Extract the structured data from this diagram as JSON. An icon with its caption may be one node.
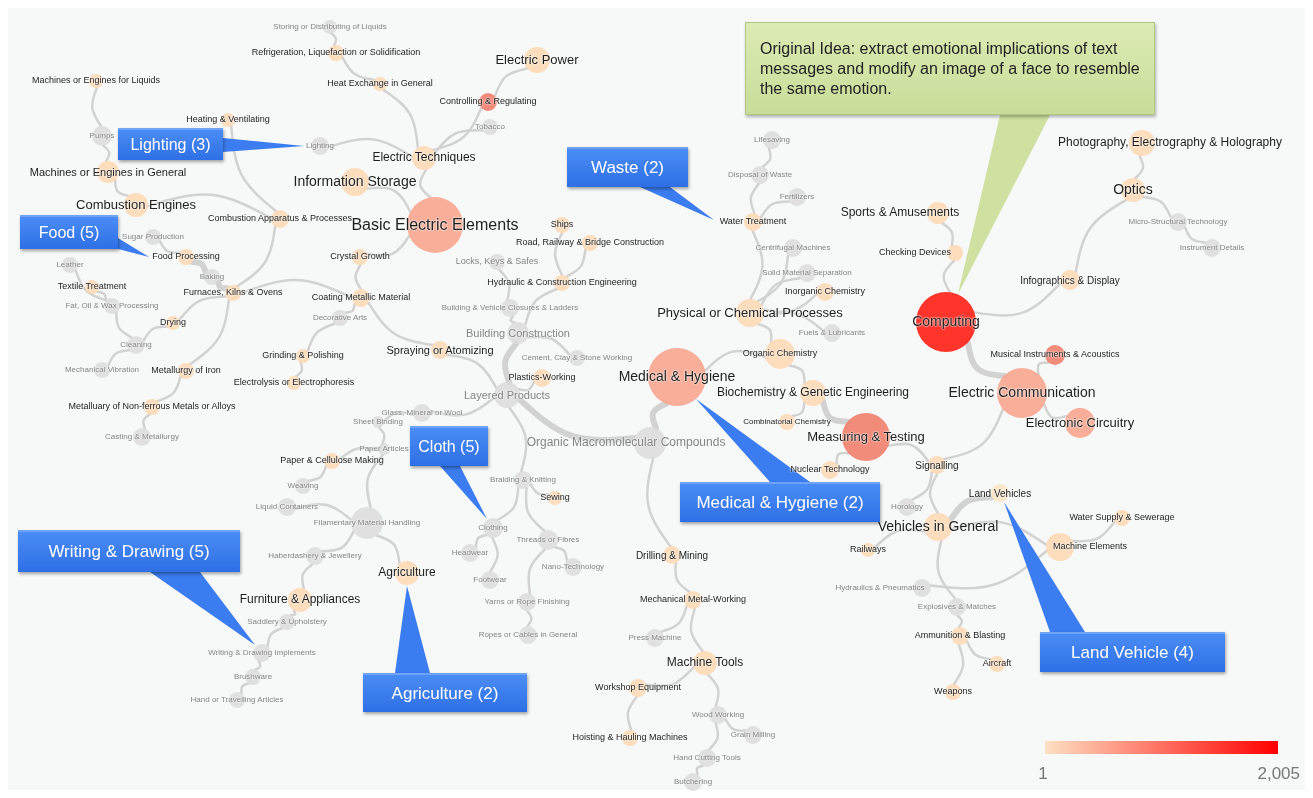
{
  "diagram": {
    "nodes": [
      {
        "text": [
          "Storing or Distributing of Liquids"
        ]
      },
      {
        "text": [
          "Refrigeration, Liquefaction or Solidification"
        ]
      },
      {
        "text": [
          "Machines or Engines for Liquids"
        ]
      },
      {
        "text": [
          "Heat Exchange in General"
        ]
      },
      {
        "text": [
          "Electric Power"
        ]
      },
      {
        "text": [
          "Controlling & Regulating"
        ]
      },
      {
        "text": [
          "Heating & Ventilating"
        ]
      },
      {
        "text": [
          "Tobacco"
        ]
      },
      {
        "text": [
          "Pumps"
        ]
      },
      {
        "text": [
          "Lighting"
        ]
      },
      {
        "text": [
          "Electric Techniques"
        ]
      },
      {
        "text": [
          "Machines or Engines in General"
        ]
      },
      {
        "text": [
          "Information Storage"
        ]
      },
      {
        "text": [
          "Combustion Engines"
        ]
      },
      {
        "text": [
          "Basic Electric Elements"
        ]
      },
      {
        "text": [
          "Combustion Apparatus & Processes"
        ]
      },
      {
        "text": [
          "Sugar Production"
        ]
      },
      {
        "text": [
          "Food Processing"
        ]
      },
      {
        "text": [
          "Crystal Growth"
        ]
      },
      {
        "text": [
          "Leather"
        ]
      },
      {
        "text": [
          "Baking"
        ]
      },
      {
        "text": [
          "Textile Treatment"
        ]
      },
      {
        "text": [
          "Furnaces, Kilns & Ovens"
        ]
      },
      {
        "text": [
          "Coating Metallic Material"
        ]
      },
      {
        "text": [
          "Fat, Oil & Wax Processing"
        ]
      },
      {
        "text": [
          "Drying"
        ]
      },
      {
        "text": [
          "Decorative Arts"
        ]
      },
      {
        "text": [
          "Cleaning"
        ]
      },
      {
        "text": [
          "Grinding & Polishing"
        ]
      },
      {
        "text": [
          "Spraying or Atomizing"
        ]
      },
      {
        "text": [
          "Mechanical Vibration"
        ]
      },
      {
        "text": [
          "Metallurgy of Iron"
        ]
      },
      {
        "text": [
          "Electrolysis or Electrophoresis"
        ]
      },
      {
        "text": [
          "Metalluary of Non-ferrous Metals or Alloys"
        ]
      },
      {
        "text": [
          "Casting & Metallurgy"
        ]
      },
      {
        "text": [
          "Ships"
        ]
      },
      {
        "text": [
          "Road, Railway & Bridge Construction"
        ]
      },
      {
        "text": [
          "Locks, Keys & Safes"
        ]
      },
      {
        "text": [
          "Hydraulic & Construction Engineering"
        ]
      },
      {
        "text": [
          "Building & Vehicle Closures & Ladders"
        ]
      },
      {
        "text": [
          "Building Construction"
        ]
      },
      {
        "text": [
          "Cement, Clay & Stone Working"
        ]
      },
      {
        "text": [
          "Plastics-Working"
        ]
      },
      {
        "text": [
          "Layered Products"
        ]
      },
      {
        "text": [
          "Glass, Mineral or Wool"
        ]
      },
      {
        "text": [
          "Sheet Binding"
        ]
      },
      {
        "text": [
          "Paper Articles"
        ]
      },
      {
        "text": [
          "Paper & Cellulose Making"
        ]
      },
      {
        "text": [
          "Weaving"
        ]
      },
      {
        "text": [
          "Liquid Containers"
        ]
      },
      {
        "text": [
          "Filamentary Material Handling"
        ]
      },
      {
        "text": [
          "Haberdashery & Jewellery"
        ]
      },
      {
        "text": [
          "Agriculture"
        ]
      },
      {
        "text": [
          "Furniture & Appliances"
        ]
      },
      {
        "text": [
          "Saddlery & Upholstery"
        ]
      },
      {
        "text": [
          "Writing & Drawing Implements"
        ]
      },
      {
        "text": [
          "Brushware"
        ]
      },
      {
        "text": [
          "Hand or Travelling Articles"
        ]
      },
      {
        "text": [
          "Lifesaving"
        ]
      },
      {
        "text": [
          "Disposal of Waste"
        ]
      },
      {
        "text": [
          "Fertilizers"
        ]
      },
      {
        "text": [
          "Water Treatment"
        ]
      },
      {
        "text": [
          "Centrifugal Machines"
        ]
      },
      {
        "text": [
          "Solid Material Separation"
        ]
      },
      {
        "text": [
          "Inorganic Chemistry"
        ]
      },
      {
        "text": [
          "Physical or Chemical Processes"
        ]
      },
      {
        "text": [
          "Fuels & Lubricants"
        ]
      },
      {
        "text": [
          "Organic Chemistry"
        ]
      },
      {
        "text": [
          "Medical & Hygiene"
        ]
      },
      {
        "text": [
          "Biochemistry & Genetic Engineering"
        ]
      },
      {
        "text": [
          "Combinatorial Chemistry"
        ]
      },
      {
        "text": [
          "Measuring & Testing"
        ]
      },
      {
        "text": [
          "Organic Macromolecular Compounds"
        ]
      },
      {
        "text": [
          "Nuclear Technology"
        ]
      },
      {
        "text": [
          "Braiding & Knitting"
        ]
      },
      {
        "text": [
          "Sewing"
        ]
      },
      {
        "text": [
          "Clothing"
        ]
      },
      {
        "text": [
          "Threads or Fibres"
        ]
      },
      {
        "text": [
          "Headwear"
        ]
      },
      {
        "text": [
          "Drilling & Mining"
        ]
      },
      {
        "text": [
          "Nano-Technology"
        ]
      },
      {
        "text": [
          "Footwear"
        ]
      },
      {
        "text": [
          "Mechanical Metal-Working"
        ]
      },
      {
        "text": [
          "Yarns or Rope Finishing"
        ]
      },
      {
        "text": [
          "Ropes or Cables in General"
        ]
      },
      {
        "text": [
          "Press Machine"
        ]
      },
      {
        "text": [
          "Machine Tools"
        ]
      },
      {
        "text": [
          "Workshop Equipment"
        ]
      },
      {
        "text": [
          "Wood Working"
        ]
      },
      {
        "text": [
          "Grain Milling"
        ]
      },
      {
        "text": [
          "Hoisting & Hauling Machines"
        ]
      },
      {
        "text": [
          "Hand Cutting Tools"
        ]
      },
      {
        "text": [
          "Butchering"
        ]
      },
      {
        "text": [
          "Photography, Electrography & Holography"
        ]
      },
      {
        "text": [
          "Optics"
        ]
      },
      {
        "text": [
          "Sports & Amusements"
        ]
      },
      {
        "text": [
          "Micro-Structural Technology"
        ]
      },
      {
        "text": [
          "Checking Devices"
        ]
      },
      {
        "text": [
          "Instrument Details"
        ]
      },
      {
        "text": [
          "Infographics & Display"
        ]
      },
      {
        "text": [
          "Computing"
        ]
      },
      {
        "text": [
          "Musical Instruments & Acoustics"
        ]
      },
      {
        "text": [
          "Electric Communication"
        ]
      },
      {
        "text": [
          "Electronic Circuitry"
        ]
      },
      {
        "text": [
          "Signalling"
        ]
      },
      {
        "text": [
          "Land Vehicles"
        ]
      },
      {
        "text": [
          "Horology"
        ]
      },
      {
        "text": [
          "Water Supply & Sewerage"
        ]
      },
      {
        "text": [
          "Vehicles in General"
        ]
      },
      {
        "text": [
          "Machine Elements"
        ]
      },
      {
        "text": [
          "Railways"
        ]
      },
      {
        "text": [
          "Hydraulics & Pneumatics"
        ]
      },
      {
        "text": [
          "Explosives & Matches"
        ]
      },
      {
        "text": [
          "Ammunition & Blasting"
        ]
      },
      {
        "text": [
          "Aircraft"
        ]
      },
      {
        "text": [
          "Weapons"
        ]
      },
      {
        "text": [
          "Original Idea: extract emotional implications of text messages and modify an image of a face to resemble the same emotion."
        ]
      },
      {
        "text": [
          "Food (5)"
        ]
      },
      {
        "text": [
          "Lighting (3)"
        ]
      },
      {
        "text": [
          "Waste (2)"
        ]
      },
      {
        "text": [
          "Cloth (5)"
        ]
      },
      {
        "text": [
          "Medical & Hygiene (2)"
        ]
      },
      {
        "text": [
          "Writing & Drawing (5)"
        ]
      },
      {
        "text": [
          "Agriculture (2)"
        ]
      },
      {
        "text": [
          "Land Vehicle (4)"
        ]
      }
    ],
    "edges": [
      {
        "from": 0,
        "to": 1,
        "arrow": "none"
      },
      {
        "from": 1,
        "to": 3,
        "arrow": "none"
      },
      {
        "from": 3,
        "to": 10,
        "arrow": "none"
      },
      {
        "from": 4,
        "to": 5,
        "arrow": "none"
      },
      {
        "from": 5,
        "to": 10,
        "arrow": "none"
      },
      {
        "from": 7,
        "to": 10,
        "arrow": "none"
      },
      {
        "from": 9,
        "to": 10,
        "arrow": "none"
      },
      {
        "from": 10,
        "to": 14,
        "arrow": "none"
      },
      {
        "from": 12,
        "to": 14,
        "arrow": "none"
      },
      {
        "from": 2,
        "to": 8,
        "arrow": "none"
      },
      {
        "from": 8,
        "to": 11,
        "arrow": "none"
      },
      {
        "from": 11,
        "to": 13,
        "arrow": "none"
      },
      {
        "from": 13,
        "to": 15,
        "arrow": "none"
      },
      {
        "from": 6,
        "to": 15,
        "arrow": "none"
      },
      {
        "from": 15,
        "to": 22,
        "arrow": "none"
      },
      {
        "from": 16,
        "to": 17,
        "arrow": "none"
      },
      {
        "from": 17,
        "to": 20,
        "arrow": "none",
        "style": "thick"
      },
      {
        "from": 20,
        "to": 22,
        "arrow": "none",
        "style": "thick"
      },
      {
        "from": 22,
        "to": 23,
        "arrow": "none"
      },
      {
        "from": 22,
        "to": 25,
        "arrow": "none"
      },
      {
        "from": 22,
        "to": 31,
        "arrow": "none"
      },
      {
        "from": 19,
        "to": 24,
        "arrow": "none"
      },
      {
        "from": 21,
        "to": 24,
        "arrow": "none"
      },
      {
        "from": 24,
        "to": 27,
        "arrow": "none"
      },
      {
        "from": 27,
        "to": 25,
        "arrow": "none"
      },
      {
        "from": 27,
        "to": 30,
        "arrow": "none"
      },
      {
        "from": 31,
        "to": 33,
        "arrow": "none"
      },
      {
        "from": 33,
        "to": 34,
        "arrow": "none"
      },
      {
        "from": 14,
        "to": 18,
        "arrow": "none"
      },
      {
        "from": 18,
        "to": 23,
        "arrow": "none"
      },
      {
        "from": 23,
        "to": 26,
        "arrow": "none"
      },
      {
        "from": 26,
        "to": 28,
        "arrow": "none"
      },
      {
        "from": 28,
        "to": 32,
        "arrow": "none"
      },
      {
        "from": 23,
        "to": 29,
        "arrow": "none"
      },
      {
        "from": 29,
        "to": 43,
        "arrow": "none"
      },
      {
        "from": 35,
        "to": 38,
        "arrow": "none"
      },
      {
        "from": 36,
        "to": 38,
        "arrow": "none"
      },
      {
        "from": 38,
        "to": 40,
        "arrow": "none"
      },
      {
        "from": 37,
        "to": 39,
        "arrow": "none"
      },
      {
        "from": 39,
        "to": 40,
        "arrow": "none"
      },
      {
        "from": 40,
        "to": 41,
        "arrow": "none"
      },
      {
        "from": 40,
        "to": 43,
        "arrow": "none",
        "style": "thick"
      },
      {
        "from": 42,
        "to": 43,
        "arrow": "none"
      },
      {
        "from": 43,
        "to": 72,
        "arrow": "none",
        "style": "thick"
      },
      {
        "from": 72,
        "to": 68,
        "arrow": "none",
        "style": "thick"
      },
      {
        "from": 72,
        "to": 79,
        "arrow": "none"
      },
      {
        "from": 68,
        "to": 67,
        "arrow": "none"
      },
      {
        "from": 67,
        "to": 65,
        "arrow": "none"
      },
      {
        "from": 67,
        "to": 69,
        "arrow": "none"
      },
      {
        "from": 69,
        "to": 71,
        "arrow": "none",
        "style": "thick"
      },
      {
        "from": 69,
        "to": 70,
        "arrow": "none"
      },
      {
        "from": 65,
        "to": 61,
        "arrow": "none"
      },
      {
        "from": 61,
        "to": 59,
        "arrow": "none"
      },
      {
        "from": 59,
        "to": 58,
        "arrow": "none"
      },
      {
        "from": 61,
        "to": 60,
        "arrow": "none"
      },
      {
        "from": 65,
        "to": 62,
        "arrow": "none"
      },
      {
        "from": 65,
        "to": 63,
        "arrow": "none"
      },
      {
        "from": 65,
        "to": 64,
        "arrow": "none"
      },
      {
        "from": 65,
        "to": 66,
        "arrow": "none"
      },
      {
        "from": 71,
        "to": 73,
        "arrow": "none"
      },
      {
        "from": 71,
        "to": 104,
        "arrow": "none"
      },
      {
        "from": 100,
        "to": 102,
        "arrow": "none",
        "style": "thick"
      },
      {
        "from": 102,
        "to": 104,
        "arrow": "none"
      },
      {
        "from": 102,
        "to": 103,
        "arrow": "none"
      },
      {
        "from": 102,
        "to": 101,
        "arrow": "none"
      },
      {
        "from": 100,
        "to": 99,
        "arrow": "none"
      },
      {
        "from": 99,
        "to": 94,
        "arrow": "none"
      },
      {
        "from": 94,
        "to": 93,
        "arrow": "none"
      },
      {
        "from": 94,
        "to": 96,
        "arrow": "none"
      },
      {
        "from": 96,
        "to": 98,
        "arrow": "none"
      },
      {
        "from": 100,
        "to": 97,
        "arrow": "none"
      },
      {
        "from": 97,
        "to": 95,
        "arrow": "none"
      },
      {
        "from": 104,
        "to": 106,
        "arrow": "none"
      },
      {
        "from": 104,
        "to": 108,
        "arrow": "none"
      },
      {
        "from": 108,
        "to": 105,
        "arrow": "none",
        "style": "thick"
      },
      {
        "from": 108,
        "to": 110,
        "arrow": "none"
      },
      {
        "from": 108,
        "to": 109,
        "arrow": "none"
      },
      {
        "from": 109,
        "to": 107,
        "arrow": "none"
      },
      {
        "from": 109,
        "to": 111,
        "arrow": "none"
      },
      {
        "from": 108,
        "to": 112,
        "arrow": "none"
      },
      {
        "from": 112,
        "to": 113,
        "arrow": "none"
      },
      {
        "from": 113,
        "to": 114,
        "arrow": "none"
      },
      {
        "from": 113,
        "to": 115,
        "arrow": "none"
      },
      {
        "from": 79,
        "to": 82,
        "arrow": "none"
      },
      {
        "from": 82,
        "to": 85,
        "arrow": "none"
      },
      {
        "from": 82,
        "to": 86,
        "arrow": "none"
      },
      {
        "from": 86,
        "to": 87,
        "arrow": "none"
      },
      {
        "from": 87,
        "to": 90,
        "arrow": "none"
      },
      {
        "from": 86,
        "to": 88,
        "arrow": "none"
      },
      {
        "from": 88,
        "to": 89,
        "arrow": "none"
      },
      {
        "from": 88,
        "to": 91,
        "arrow": "none"
      },
      {
        "from": 91,
        "to": 92,
        "arrow": "none"
      },
      {
        "from": 43,
        "to": 44,
        "arrow": "none"
      },
      {
        "from": 44,
        "to": 45,
        "arrow": "none"
      },
      {
        "from": 45,
        "to": 46,
        "arrow": "none"
      },
      {
        "from": 46,
        "to": 47,
        "arrow": "none"
      },
      {
        "from": 47,
        "to": 48,
        "arrow": "none"
      },
      {
        "from": 46,
        "to": 50,
        "arrow": "none"
      },
      {
        "from": 49,
        "to": 50,
        "arrow": "none"
      },
      {
        "from": 51,
        "to": 50,
        "arrow": "none"
      },
      {
        "from": 50,
        "to": 52,
        "arrow": "none"
      },
      {
        "from": 51,
        "to": 53,
        "arrow": "none"
      },
      {
        "from": 53,
        "to": 54,
        "arrow": "none"
      },
      {
        "from": 54,
        "to": 55,
        "arrow": "none"
      },
      {
        "from": 55,
        "to": 56,
        "arrow": "none"
      },
      {
        "from": 56,
        "to": 57,
        "arrow": "none"
      },
      {
        "from": 43,
        "to": 74,
        "arrow": "none"
      },
      {
        "from": 74,
        "to": 75,
        "arrow": "none"
      },
      {
        "from": 74,
        "to": 76,
        "arrow": "none"
      },
      {
        "from": 76,
        "to": 78,
        "arrow": "none"
      },
      {
        "from": 76,
        "to": 81,
        "arrow": "none"
      },
      {
        "from": 74,
        "to": 77,
        "arrow": "none"
      },
      {
        "from": 77,
        "to": 80,
        "arrow": "none"
      },
      {
        "from": 77,
        "to": 83,
        "arrow": "none"
      },
      {
        "from": 83,
        "to": 84,
        "arrow": "none"
      },
      {
        "from": 116,
        "to": 100,
        "arrow": "none",
        "color": "#cfe0a0"
      },
      {
        "from": 117,
        "to": 17,
        "arrow": "none",
        "color": "#3b7cf0"
      },
      {
        "from": 118,
        "to": 9,
        "arrow": "none",
        "color": "#3b7cf0"
      },
      {
        "from": 119,
        "to": 61,
        "arrow": "none",
        "color": "#3b7cf0"
      },
      {
        "from": 120,
        "to": 76,
        "arrow": "none",
        "color": "#3b7cf0"
      },
      {
        "from": 121,
        "to": 68,
        "arrow": "none",
        "color": "#3b7cf0"
      },
      {
        "from": 122,
        "to": 55,
        "arrow": "none",
        "color": "#3b7cf0"
      },
      {
        "from": 123,
        "to": 52,
        "arrow": "none",
        "color": "#3b7cf0"
      },
      {
        "from": 124,
        "to": 105,
        "arrow": "none",
        "color": "#3b7cf0"
      }
    ],
    "labels": [
      "1",
      "2,005"
    ]
  }
}
